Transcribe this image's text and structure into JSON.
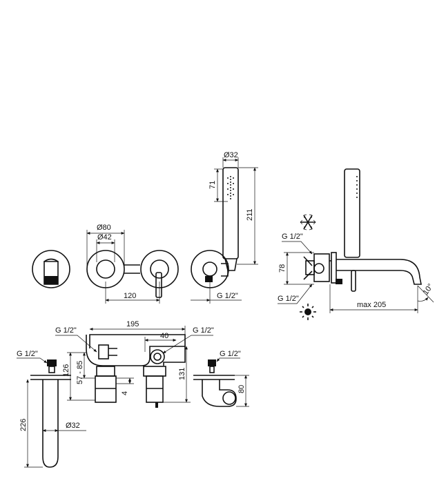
{
  "drawing": {
    "front_view": {
      "d80": "Ø80",
      "d42": "Ø42",
      "spacing": "120",
      "d32": "Ø32",
      "h71": "71",
      "h211": "211",
      "thread": "G 1/2\""
    },
    "side_view": {
      "thread_top": "G 1/2\"",
      "thread_bottom": "G 1/2\"",
      "h78": "78",
      "reach": "max 205",
      "angle": "10°",
      "cold_icon": "snowflake-icon",
      "hot_icon": "sun-icon"
    },
    "bottom_view": {
      "thread_left": "G 1/2\"",
      "thread_center_left": "G 1/2\"",
      "thread_center_right": "G 1/2\"",
      "thread_right": "G 1/2\"",
      "w195": "195",
      "w40": "40",
      "h126": "126",
      "h57_85": "57 - 85",
      "h4": "4",
      "h131": "131",
      "h80": "80",
      "h226": "226",
      "d32": "Ø32"
    }
  }
}
